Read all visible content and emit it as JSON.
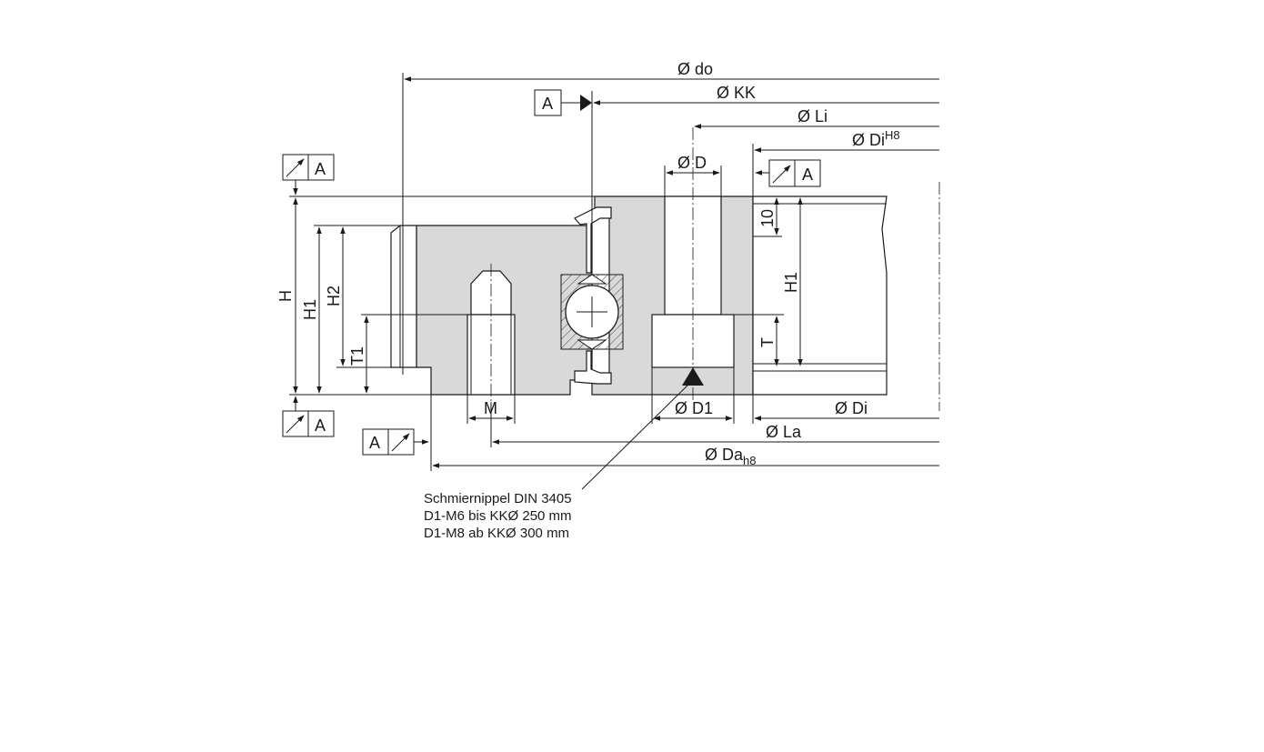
{
  "dimensions": {
    "do": "Ø do",
    "kk": "Ø KK",
    "li": "Ø Li",
    "di_top": "Ø Di",
    "di_top_tolerance": "H8",
    "d": "Ø D",
    "d1": "Ø D1",
    "di_bottom": "Ø Di",
    "la": "Ø La",
    "da": "Ø Da",
    "da_tolerance": "h8",
    "h": "H",
    "h1_left": "H1",
    "h2": "H2",
    "t1": "T1",
    "m": "M",
    "ten": "10",
    "h1_right": "H1",
    "t": "T"
  },
  "datum": {
    "label": "A",
    "frame_top_left": "A",
    "frame_bottom_left": "A",
    "frame_bottom_mid": "A",
    "frame_right": "A"
  },
  "note": {
    "line1": "Schmiernippel DIN 3405",
    "line2": "D1-M6 bis KKØ 250 mm",
    "line3": "D1-M8 ab KKØ 300 mm"
  }
}
